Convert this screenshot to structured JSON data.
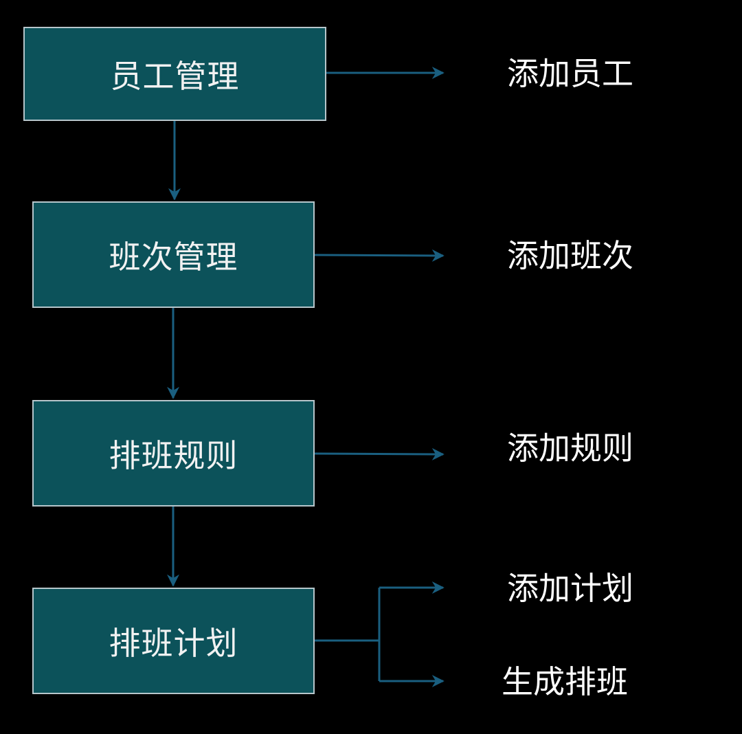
{
  "modules": [
    {
      "label": "员工管理"
    },
    {
      "label": "班次管理"
    },
    {
      "label": "排班规则"
    },
    {
      "label": "排班计划"
    }
  ],
  "actions": [
    {
      "label": "添加员工"
    },
    {
      "label": "添加班次"
    },
    {
      "label": "添加规则"
    },
    {
      "label": "添加计划"
    },
    {
      "label": "生成排班"
    }
  ],
  "colors": {
    "background": "#000000",
    "node_fill": "#0c525a",
    "node_border": "#b7c6cb",
    "arrow": "#1a5f80",
    "text": "#ffffff"
  }
}
